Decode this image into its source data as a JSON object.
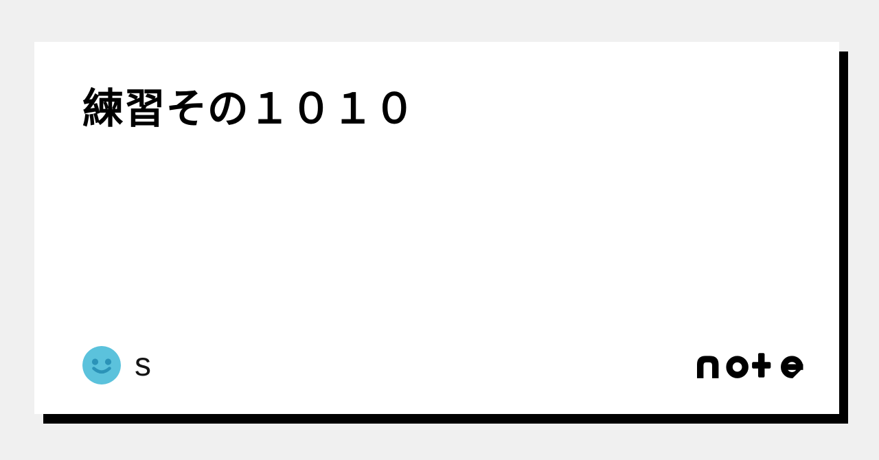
{
  "page": {
    "background_color": "#f0f0f0"
  },
  "card": {
    "background_color": "#ffffff",
    "shadow_color": "#000000",
    "title": "練習その１０１０"
  },
  "footer": {
    "author": {
      "name": "s",
      "avatar_icon": "smiley-face-avatar",
      "avatar_body_color": "#5bc2dc",
      "avatar_face_color": "#2b93b8"
    },
    "brand": {
      "logo_icon": "note-logo",
      "label": "note",
      "color": "#000000"
    }
  }
}
